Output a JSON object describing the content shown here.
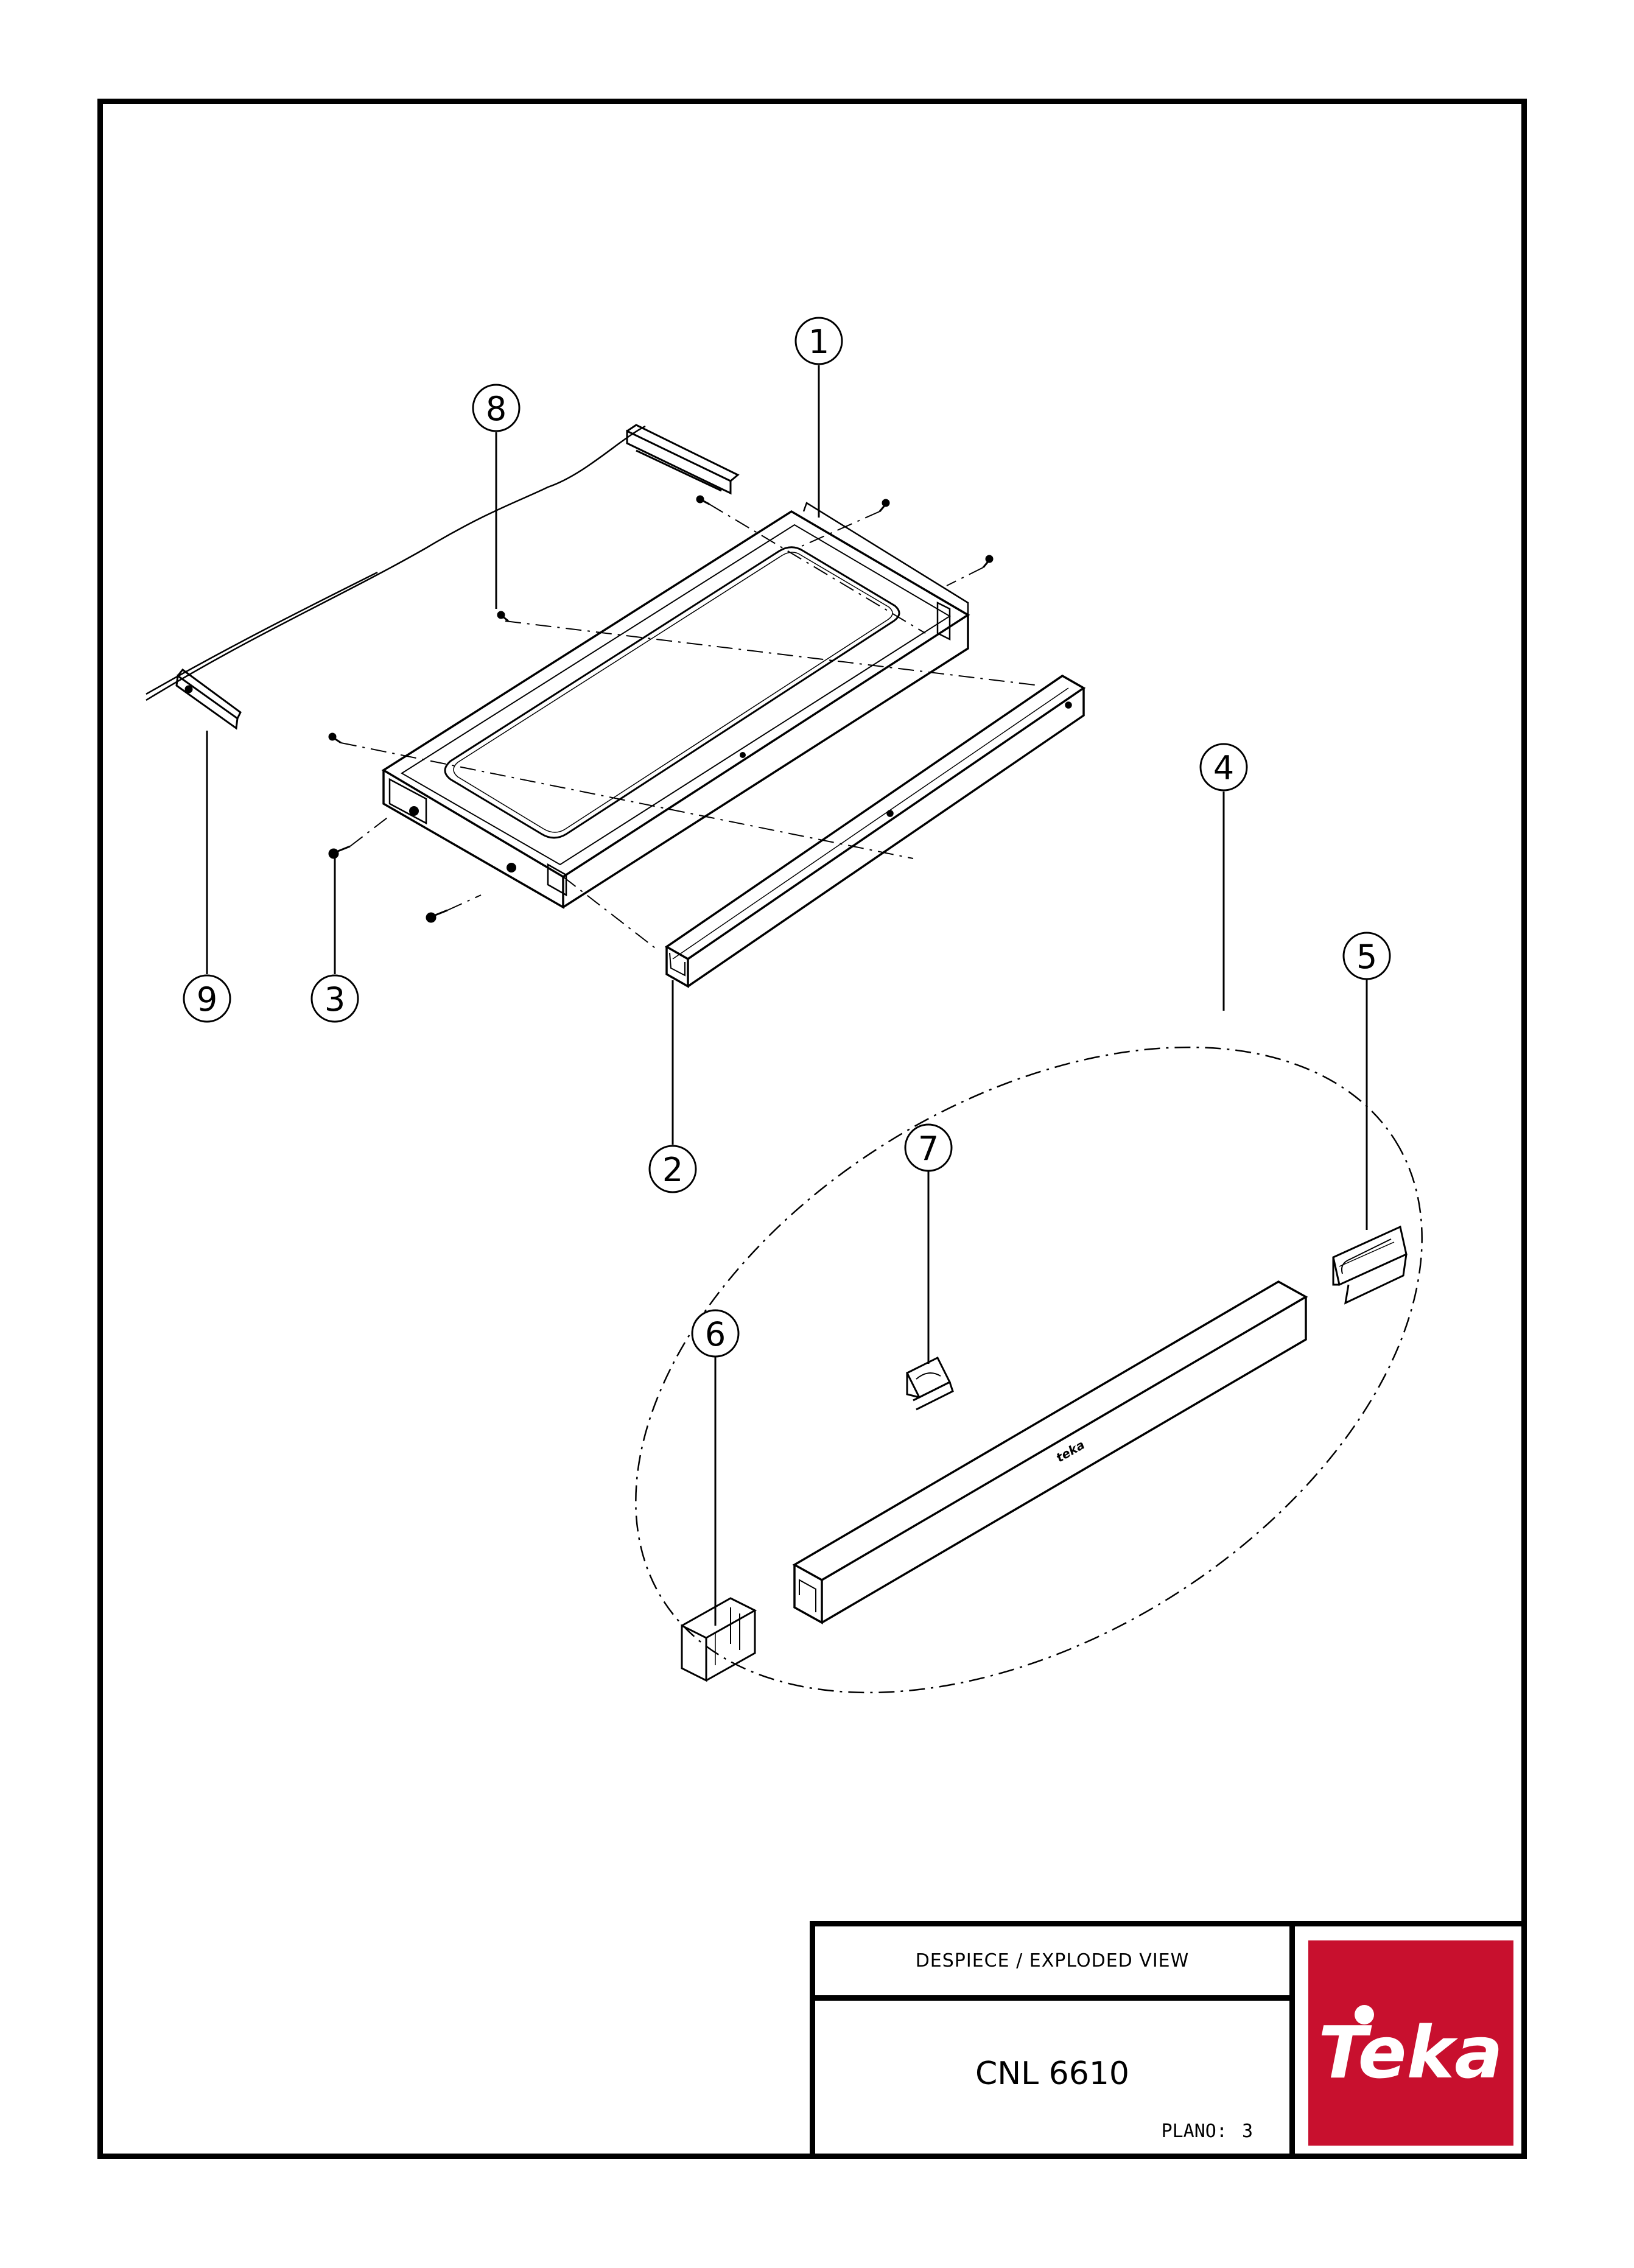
{
  "title_block": {
    "title": "DESPIECE / EXPLODED VIEW",
    "model": "CNL 6610",
    "sheet_label": "PLANO:",
    "sheet_number": "3"
  },
  "logo": {
    "text": "Teka",
    "background_color": "#C8102E",
    "foreground_color": "#FFFFFF"
  },
  "callouts": [
    "1",
    "2",
    "3",
    "4",
    "5",
    "6",
    "7",
    "8",
    "9"
  ],
  "colors": {
    "line": "#000000",
    "background": "#FFFFFF"
  }
}
